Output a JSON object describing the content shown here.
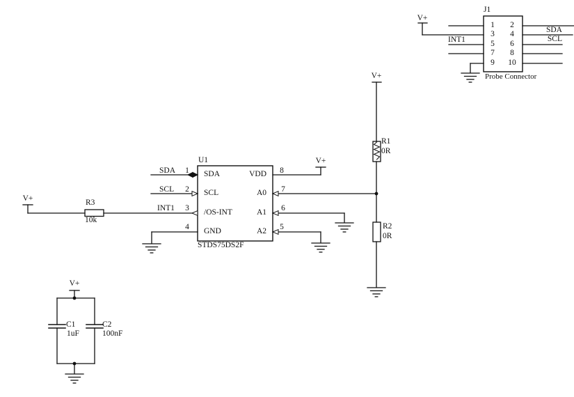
{
  "nets": {
    "power": "V+",
    "sda": "SDA",
    "scl": "SCL",
    "int1": "INT1"
  },
  "j1": {
    "ref": "J1",
    "title": "Probe Connector",
    "pins": {
      "n1": "1",
      "n2": "2",
      "n3": "3",
      "n4": "4",
      "n5": "5",
      "n6": "6",
      "n7": "7",
      "n8": "8",
      "n9": "9",
      "n10": "10"
    },
    "net_sda": "SDA",
    "net_scl": "SCL",
    "net_int1": "INT1"
  },
  "u1": {
    "ref": "U1",
    "part": "STDS75DS2F",
    "pin_numbers": {
      "n1": "1",
      "n2": "2",
      "n3": "3",
      "n4": "4",
      "n5": "5",
      "n6": "6",
      "n7": "7",
      "n8": "8"
    },
    "pin_labels": {
      "sda": "SDA",
      "scl": "SCL",
      "osint": "/OS-INT",
      "gnd": "GND",
      "vdd": "VDD",
      "a0": "A0",
      "a1": "A1",
      "a2": "A2"
    },
    "nets": {
      "sda": "SDA",
      "scl": "SCL",
      "int1": "INT1"
    }
  },
  "r1": {
    "ref": "R1",
    "value": "0R"
  },
  "r2": {
    "ref": "R2",
    "value": "0R"
  },
  "r3": {
    "ref": "R3",
    "value": "10k"
  },
  "c1": {
    "ref": "C1",
    "value": "1uF"
  },
  "c2": {
    "ref": "C2",
    "value": "100nF"
  },
  "colors": {
    "line": "#111111",
    "background": "#ffffff",
    "text": "#111111"
  }
}
